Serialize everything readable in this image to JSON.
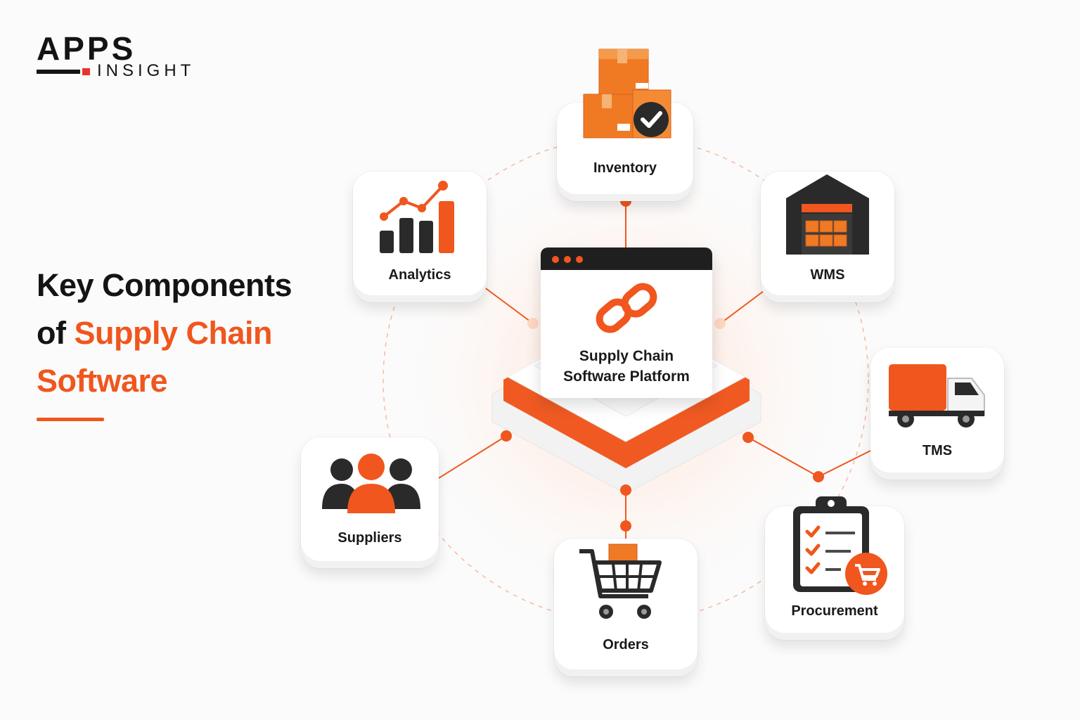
{
  "logo": {
    "word": "APPS",
    "sub": "INSIGHT"
  },
  "heading": {
    "line1": "Key Components",
    "line2_prefix": "of ",
    "line2_accent": "Supply Chain",
    "line3_accent": "Software"
  },
  "center": {
    "line1": "Supply Chain",
    "line2": "Software Platform",
    "icon": "chain-link-icon"
  },
  "components": {
    "inventory": {
      "label": "Inventory",
      "icon": "boxes-check-icon"
    },
    "analytics": {
      "label": "Analytics",
      "icon": "bar-chart-trend-icon"
    },
    "wms": {
      "label": "WMS",
      "icon": "warehouse-icon"
    },
    "tms": {
      "label": "TMS",
      "icon": "truck-icon"
    },
    "suppliers": {
      "label": "Suppliers",
      "icon": "people-group-icon"
    },
    "orders": {
      "label": "Orders",
      "icon": "shopping-cart-icon"
    },
    "procurement": {
      "label": "Procurement",
      "icon": "clipboard-checklist-cart-icon"
    }
  },
  "colors": {
    "accent": "#f0561d",
    "dark": "#1f1f1f",
    "background": "#fbfbfb"
  }
}
